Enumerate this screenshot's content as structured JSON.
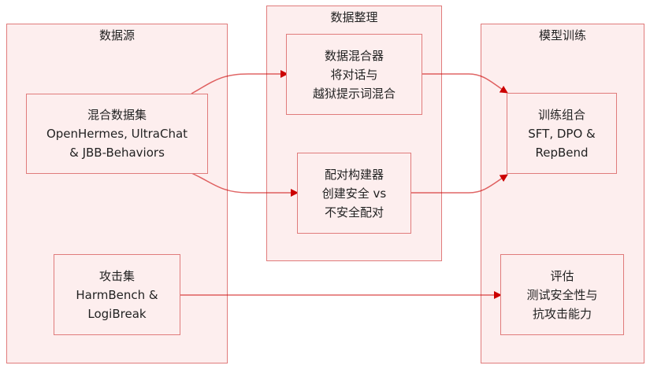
{
  "colors": {
    "fill": "#fdeeee",
    "border": "#e07b7b",
    "edge": "#cc0000"
  },
  "clusters": {
    "sources": {
      "title": "数据源"
    },
    "processing": {
      "title": "数据整理"
    },
    "training": {
      "title": "模型训练"
    }
  },
  "nodes": {
    "mixed_dataset": {
      "lines": [
        "混合数据集",
        "OpenHermes, UltraChat",
        "& JBB-Behaviors"
      ]
    },
    "attack_set": {
      "lines": [
        "攻击集",
        "HarmBench &",
        "LogiBreak"
      ]
    },
    "data_mixer": {
      "lines": [
        "数据混合器",
        "将对话与",
        "越狱提示词混合"
      ]
    },
    "pair_builder": {
      "lines": [
        "配对构建器",
        "创建安全 vs",
        "不安全配对"
      ]
    },
    "training_combo": {
      "lines": [
        "训练组合",
        "SFT, DPO &",
        "RepBend"
      ]
    },
    "evaluation": {
      "lines": [
        "评估",
        "测试安全性与",
        "抗攻击能力"
      ]
    }
  },
  "edges": [
    {
      "from": "mixed_dataset",
      "to": "data_mixer"
    },
    {
      "from": "mixed_dataset",
      "to": "pair_builder"
    },
    {
      "from": "data_mixer",
      "to": "training_combo"
    },
    {
      "from": "pair_builder",
      "to": "training_combo"
    },
    {
      "from": "attack_set",
      "to": "evaluation"
    }
  ]
}
